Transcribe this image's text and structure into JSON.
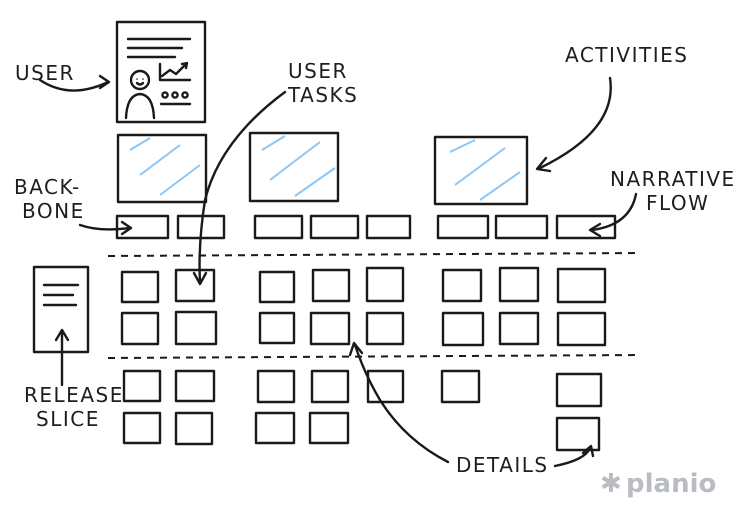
{
  "labels": {
    "user": "USER",
    "user_tasks_1": "USER",
    "user_tasks_2": "TASKS",
    "activities": "ACTIVITIES",
    "backbone_1": "BACK-",
    "backbone_2": "BONE",
    "narrative_1": "NARRATIVE",
    "narrative_2": "FLOW",
    "release_1": "RELEASE",
    "release_2": "SLICE",
    "details": "DETAILS"
  },
  "brand": {
    "name": "planio",
    "asterisk": "✱"
  },
  "colors": {
    "activity_blue": "#1a86e0",
    "task_blue": "#a9d7f7",
    "detail_blue": "#dff0fc",
    "ink": "#1a1a1a",
    "brand_gray": "#b9bcc0"
  }
}
